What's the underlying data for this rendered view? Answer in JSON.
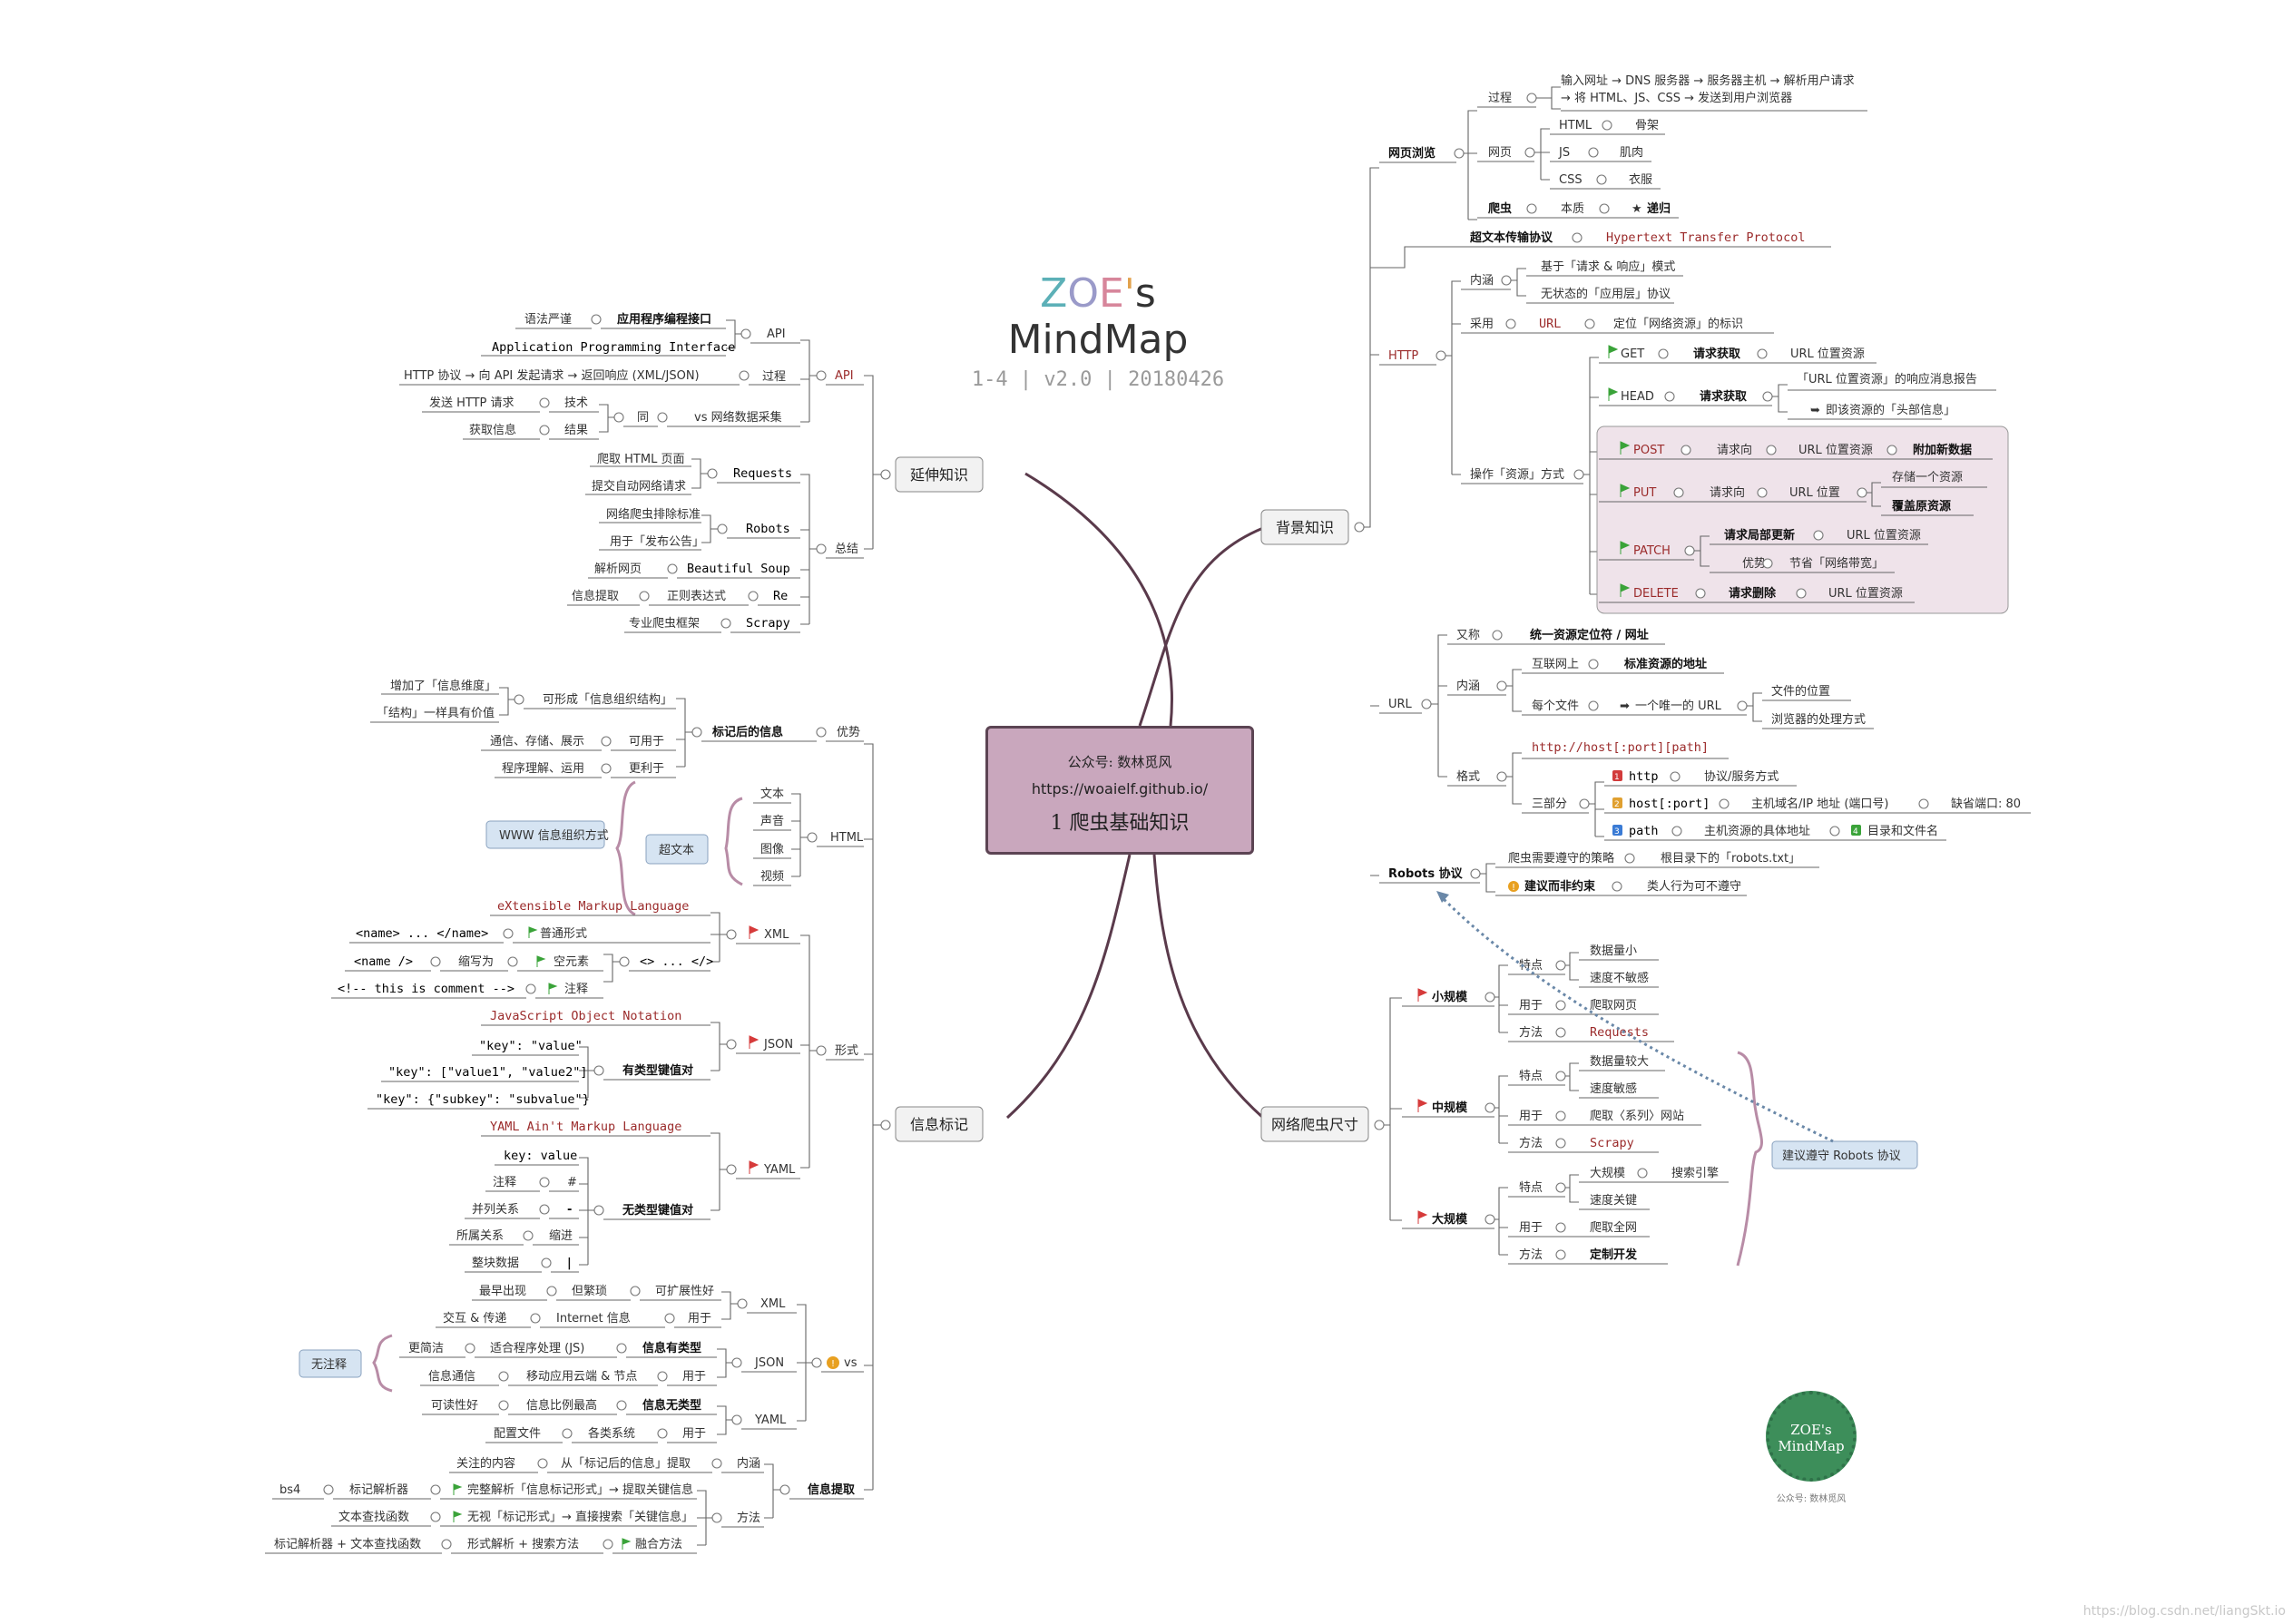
{
  "title": {
    "brand_a": "Z",
    "brand_b": "O",
    "brand_c": "E",
    "brand_d": "'",
    "brand_rest": "s MindMap",
    "subtitle": "1-4 | v2.0 | 20180426"
  },
  "center": {
    "line1": "公众号: 数林觅风",
    "line2": "https://woaielf.github.io/",
    "line3": "1 爬虫基础知识"
  },
  "branches": {
    "bg": "背景知识",
    "ext": "延伸知识",
    "tag": "信息标记",
    "scale": "网络爬虫尺寸"
  },
  "browse": {
    "label": "网页浏览",
    "process": "过程",
    "process_l1": "输入网址 → DNS 服务器 → 服务器主机 → 解析用户请求",
    "process_l2": "→ 将 HTML、JS、CSS → 发送到用户浏览器",
    "page": "网页",
    "html": "HTML",
    "html_v": "骨架",
    "js": "JS",
    "js_v": "肌肉",
    "css": "CSS",
    "css_v": "衣服",
    "crawler": "爬虫",
    "essence": "本质",
    "recursion": "递归"
  },
  "http_proto": {
    "label": "超文本传输协议",
    "value": "Hypertext Transfer Protocol"
  },
  "http": {
    "label": "HTTP",
    "connotation": "内涵",
    "c1": "基于「请求 & 响应」模式",
    "c2": "无状态的「应用层」协议",
    "adopt": "采用",
    "url": "URL",
    "url_v": "定位「网络资源」的标识",
    "ops": "操作「资源」方式",
    "get": "GET",
    "get_a": "请求获取",
    "get_b": "URL 位置资源",
    "head": "HEAD",
    "head_a": "请求获取",
    "head_b": "「URL 位置资源」的响应消息报告",
    "head_c": "即该资源的「头部信息」",
    "post": "POST",
    "post_a": "请求向",
    "post_b": "URL 位置资源",
    "post_c": "附加新数据",
    "put": "PUT",
    "put_a": "请求向",
    "put_b": "URL 位置",
    "put_c": "存储一个资源",
    "put_d": "覆盖原资源",
    "patch": "PATCH",
    "patch_a": "请求局部更新",
    "patch_b": "URL 位置资源",
    "patch_c": "优势",
    "patch_d": "节省「网络带宽」",
    "delete": "DELETE",
    "delete_a": "请求删除",
    "delete_b": "URL 位置资源"
  },
  "url": {
    "label": "URL",
    "alias": "又称",
    "alias_v": "统一资源定位符 / 网址",
    "conn": "内涵",
    "net": "互联网上",
    "std": "标准资源的地址",
    "each": "每个文件",
    "unique": "一个唯一的 URL",
    "pos": "文件的位置",
    "proc": "浏览器的处理方式",
    "format": "格式",
    "fmt": "http://host[:port][path]",
    "three": "三部分",
    "p1": "http",
    "p1v": "协议/服务方式",
    "p2": "host[:port]",
    "p2v": "主机域名/IP 地址 (端口号)",
    "p2w": "缺省端口: 80",
    "p3": "path",
    "p3v": "主机资源的具体地址",
    "p3w": "目录和文件名"
  },
  "robots": {
    "label": "Robots 协议",
    "r1": "爬虫需要遵守的策略",
    "r1v": "根目录下的「robots.txt」",
    "r2": "建议而非约束",
    "r2v": "类人行为可不遵守"
  },
  "scale": {
    "small": "小规模",
    "mid": "中规模",
    "big": "大规模",
    "feat": "特点",
    "use": "用于",
    "method": "方法",
    "s1": "数据量小",
    "s2": "速度不敏感",
    "s3": "爬取网页",
    "s4": "Requests",
    "m1": "数据量较大",
    "m2": "速度敏感",
    "m3": "爬取〈系列〉网站",
    "m4": "Scrapy",
    "b1": "大规模",
    "b1v": "搜索引擎",
    "b2": "速度关键",
    "b3": "爬取全网",
    "b4": "定制开发",
    "note": "建议遵守 Robots 协议"
  },
  "api": {
    "label": "API",
    "api": "API",
    "strict": "语法严谨",
    "iface": "应用程序编程接口",
    "full": "Application Programming Interface",
    "proc": "过程",
    "proc_v": "HTTP 协议 → 向 API 发起请求 → 返回响应 (XML/JSON)",
    "same": "同",
    "vs": "vs 网络数据采集",
    "send": "发送 HTTP 请求",
    "tech": "技术",
    "get": "获取信息",
    "result": "结果"
  },
  "summary": {
    "label": "总结",
    "req": "Requests",
    "req1": "爬取 HTML 页面",
    "req2": "提交自动网络请求",
    "rob": "Robots",
    "rob1": "网络爬虫排除标准",
    "rob2": "用于「发布公告」",
    "bs": "Beautiful Soup",
    "bs1": "解析网页",
    "re": "Re",
    "re1": "信息提取",
    "re2": "正则表达式",
    "sc": "Scrapy",
    "sc1": "专业爬虫框架"
  },
  "tagged": {
    "adv": "优势",
    "label": "标记后的信息",
    "a1": "可形成「信息组织结构」",
    "a1a": "增加了「信息维度」",
    "a1b": "「结构」一样具有价值",
    "a2": "可用于",
    "a2v": "通信、存储、展示",
    "a3": "更利于",
    "a3v": "程序理解、运用"
  },
  "html": {
    "label": "HTML",
    "hyper": "超文本",
    "www": "WWW 信息组织方式",
    "i1": "文本",
    "i2": "声音",
    "i3": "图像",
    "i4": "视频"
  },
  "form": {
    "label": "形式",
    "xml": "XML",
    "xml_full": "eXtensible Markup Language",
    "x1": "<name> ... </name>",
    "x1v": "普通形式",
    "x2": "<name />",
    "x2a": "缩写为",
    "x2v": "空元素",
    "x3": "<!-- this is comment -->",
    "x3v": "注释",
    "xtag": "<> ... </>",
    "json": "JSON",
    "json_full": "JavaScript Object Notation",
    "j1": "\"key\": \"value\"",
    "j2": "\"key\": [\"value1\", \"value2\"]",
    "j3": "\"key\": {\"subkey\": \"subvalue\"}",
    "jt": "有类型键值对",
    "yaml": "YAML",
    "yaml_full": "YAML Ain't Markup Language",
    "y1": "key: value",
    "y2": "注释",
    "y2v": "#",
    "y3": "并列关系",
    "y3v": "-",
    "y4": "所属关系",
    "y4v": "缩进",
    "y5": "整块数据",
    "y5v": "|",
    "yt": "无类型键值对"
  },
  "vs": {
    "label": "vs",
    "xml": "XML",
    "json": "JSON",
    "yaml": "YAML",
    "none": "无注释",
    "x1": "最早出现",
    "x1a": "但繁琐",
    "x1b": "可扩展性好",
    "x2": "交互 & 传递",
    "x2a": "Internet 信息",
    "x2b": "用于",
    "j1": "更简洁",
    "j1a": "适合程序处理 (JS)",
    "j1b": "信息有类型",
    "j2": "信息通信",
    "j2a": "移动应用云端 & 节点",
    "j2b": "用于",
    "y1": "可读性好",
    "y1a": "信息比例最高",
    "y1b": "信息无类型",
    "y2": "配置文件",
    "y2a": "各类系统",
    "y2b": "用于"
  },
  "extract": {
    "label": "信息提取",
    "conn": "内涵",
    "c1": "关注的内容",
    "c1v": "从「标记后的信息」提取",
    "method": "方法",
    "m1": "完整解析「信息标记形式」→ 提取关键信息",
    "m1a": "标记解析器",
    "m1b": "bs4",
    "m2": "无视「标记形式」→ 直接搜索「关键信息」",
    "m2a": "文本查找函数",
    "m3": "融合方法",
    "m3a": "形式解析 + 搜索方法",
    "m3b": "标记解析器 + 文本查找函数"
  },
  "seal": {
    "l1": "ZOE's",
    "l2": "MindMap",
    "cap": "公众号: 数林觅风"
  },
  "watermark": "https://blog.csdn.net/liangSkt.io",
  "colors": {
    "trunk": "#5a3a4b",
    "center_fill": "#c9a7bd",
    "accent_red": "#9b2b2b",
    "flag_green": "#3aa339",
    "seal": "#3d8e5a",
    "post_group": "#efe3ea"
  }
}
